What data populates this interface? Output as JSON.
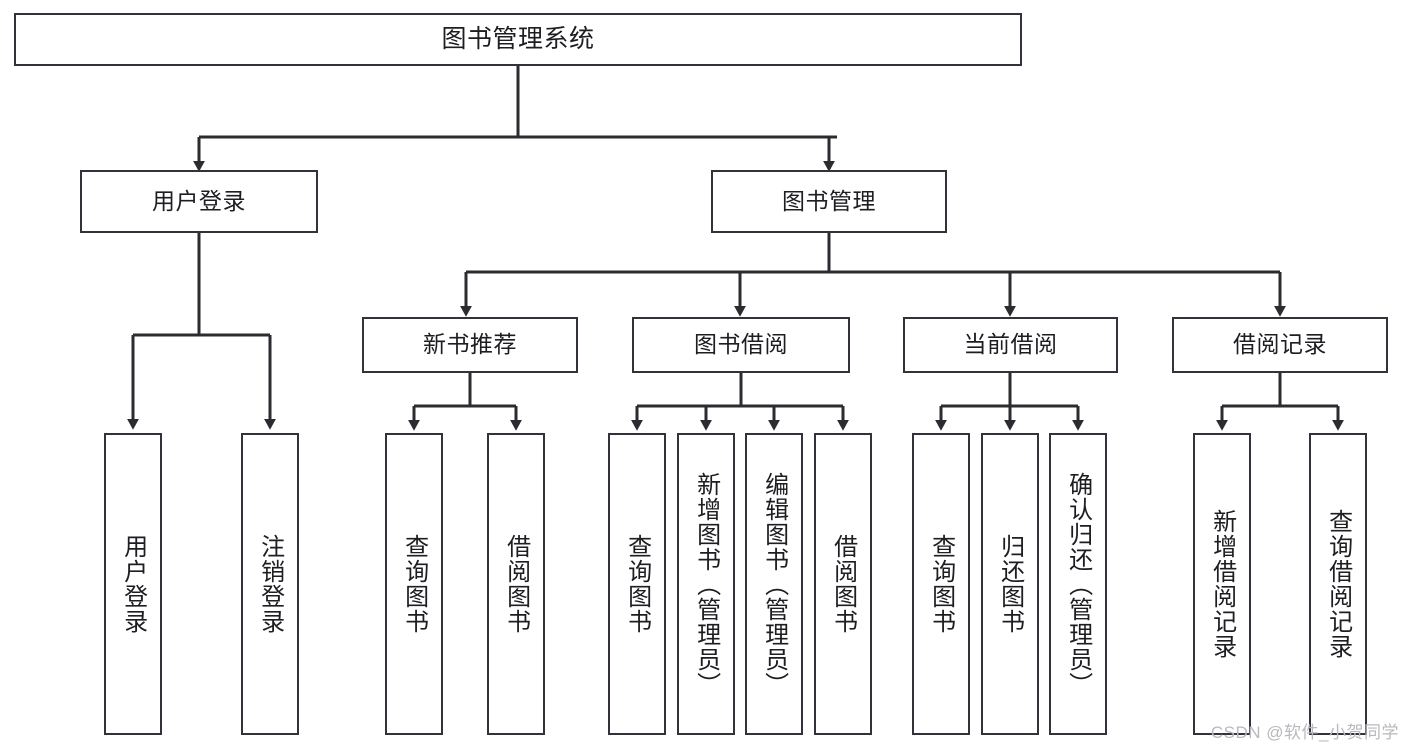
{
  "diagram": {
    "title": "图书管理系统",
    "watermark": "CSDN @软件_小贺同学",
    "colors": {
      "box_border": "#32323a",
      "box_fill": "#ffffff",
      "line": "#2b2b30",
      "text": "#1d1d22",
      "watermark": "#b9b9bd",
      "background": "#ffffff"
    },
    "root": {
      "label": "图书管理系统"
    },
    "level2": [
      {
        "label": "用户登录"
      },
      {
        "label": "图书管理"
      }
    ],
    "level3": [
      {
        "label": "新书推荐"
      },
      {
        "label": "图书借阅"
      },
      {
        "label": "当前借阅"
      },
      {
        "label": "借阅记录"
      }
    ],
    "leaves": {
      "user_login": [
        {
          "label": "用户登录"
        },
        {
          "label": "注销登录"
        }
      ],
      "new_book_recommend": [
        {
          "label": "查询图书"
        },
        {
          "label": "借阅图书"
        }
      ],
      "book_borrow": [
        {
          "label": "查询图书"
        },
        {
          "label": "新增图书（管理员）"
        },
        {
          "label": "编辑图书（管理员）"
        },
        {
          "label": "借阅图书"
        }
      ],
      "current_borrow": [
        {
          "label": "查询图书"
        },
        {
          "label": "归还图书"
        },
        {
          "label": "确认归还（管理员）"
        }
      ],
      "borrow_record": [
        {
          "label": "新增借阅记录"
        },
        {
          "label": "查询借阅记录"
        }
      ]
    }
  }
}
